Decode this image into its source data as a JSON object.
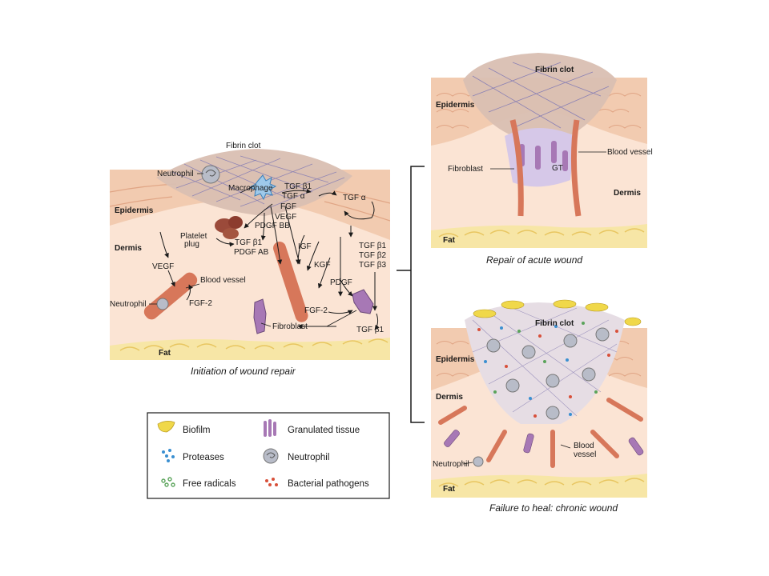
{
  "colors": {
    "epidermis": "#f2cbb0",
    "epidermis_cell": "#e9b796",
    "dermis": "#fbe4d4",
    "fat": "#f7e6a6",
    "fat_cell": "#e8c661",
    "clot": "#d9bfb2",
    "fibrin_fiber": "#8a80b4",
    "vessel": "#d7775a",
    "fibroblast": "#a778b5",
    "neutrophil": "#b8bcc8",
    "biofilm": "#f0d84a",
    "protease": "#3a8fd1",
    "free_radical": "#5aa35a",
    "pathogen": "#d8503a"
  },
  "panel_initiation": {
    "caption": "Initiation of wound repair",
    "fibrin_clot": "Fibrin clot",
    "neutrophil": "Neutrophil",
    "macrophage": "Macrophage",
    "epidermis": "Epidermis",
    "dermis": "Dermis",
    "fat": "Fat",
    "platelet_plug": [
      "Platelet",
      "plug"
    ],
    "blood_vessel": "Blood vessel",
    "neutrophil_vessel": "Neutrophil",
    "fibroblast": "Fibroblast",
    "factors": {
      "tgf_b1_top": "TGF β1",
      "tgf_a": "TGF α",
      "fgf": "FGF",
      "vegf_top": "VEGF",
      "pdgf_bb": "PDGF BB",
      "tgf_a_right": "TGF α",
      "tgf_b1_mid": "TGF β1",
      "pdgf_ab": "PDGF AB",
      "tgf_b1_r": "TGF β1",
      "tgf_b2_r": "TGF β2",
      "tgf_b3_r": "TGF β3",
      "igf": "IGF",
      "kgf": "KGF",
      "pdgf": "PDGF",
      "vegf_left": "VEGF",
      "fgf2_left": "FGF-2",
      "fgf2_right": "FGF-2",
      "tgf_b1_bottom": "TGF β1"
    }
  },
  "panel_acute": {
    "caption": "Repair of acute wound",
    "fibrin_clot": "Fibrin clot",
    "epidermis": "Epidermis",
    "fibroblast": "Fibroblast",
    "gt": "GT",
    "blood_vessel": "Blood vessel",
    "dermis": "Dermis",
    "fat": "Fat"
  },
  "panel_chronic": {
    "caption": "Failure to heal: chronic wound",
    "fibrin_clot": "Fibrin clot",
    "epidermis": "Epidermis",
    "dermis": "Dermis",
    "blood_vessel": [
      "Blood",
      "vessel"
    ],
    "neutrophil": "Neutrophil",
    "fat": "Fat"
  },
  "legend": {
    "items": [
      {
        "label": "Biofilm",
        "icon": "biofilm-icon"
      },
      {
        "label": "Granulated tissue",
        "icon": "granulated-tissue-icon"
      },
      {
        "label": "Proteases",
        "icon": "proteases-icon"
      },
      {
        "label": "Neutrophil",
        "icon": "neutrophil-icon"
      },
      {
        "label": "Free radicals",
        "icon": "free-radicals-icon"
      },
      {
        "label": "Bacterial pathogens",
        "icon": "bacterial-pathogens-icon"
      }
    ]
  }
}
